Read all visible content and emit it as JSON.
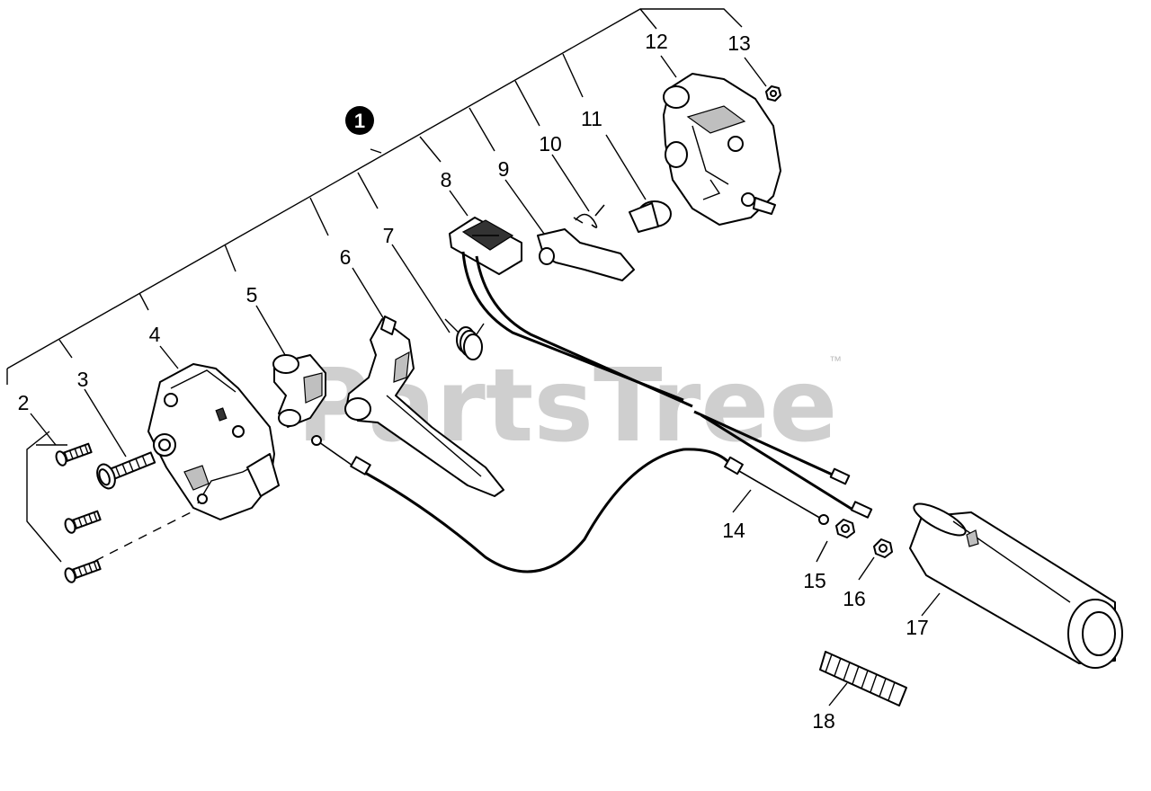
{
  "watermark": {
    "text": "PartsTree",
    "tm": "™"
  },
  "assembly_marker": {
    "label": "1"
  },
  "callouts": [
    "2",
    "3",
    "4",
    "5",
    "6",
    "7",
    "8",
    "9",
    "10",
    "11",
    "12",
    "13",
    "14",
    "15",
    "16",
    "17",
    "18"
  ]
}
